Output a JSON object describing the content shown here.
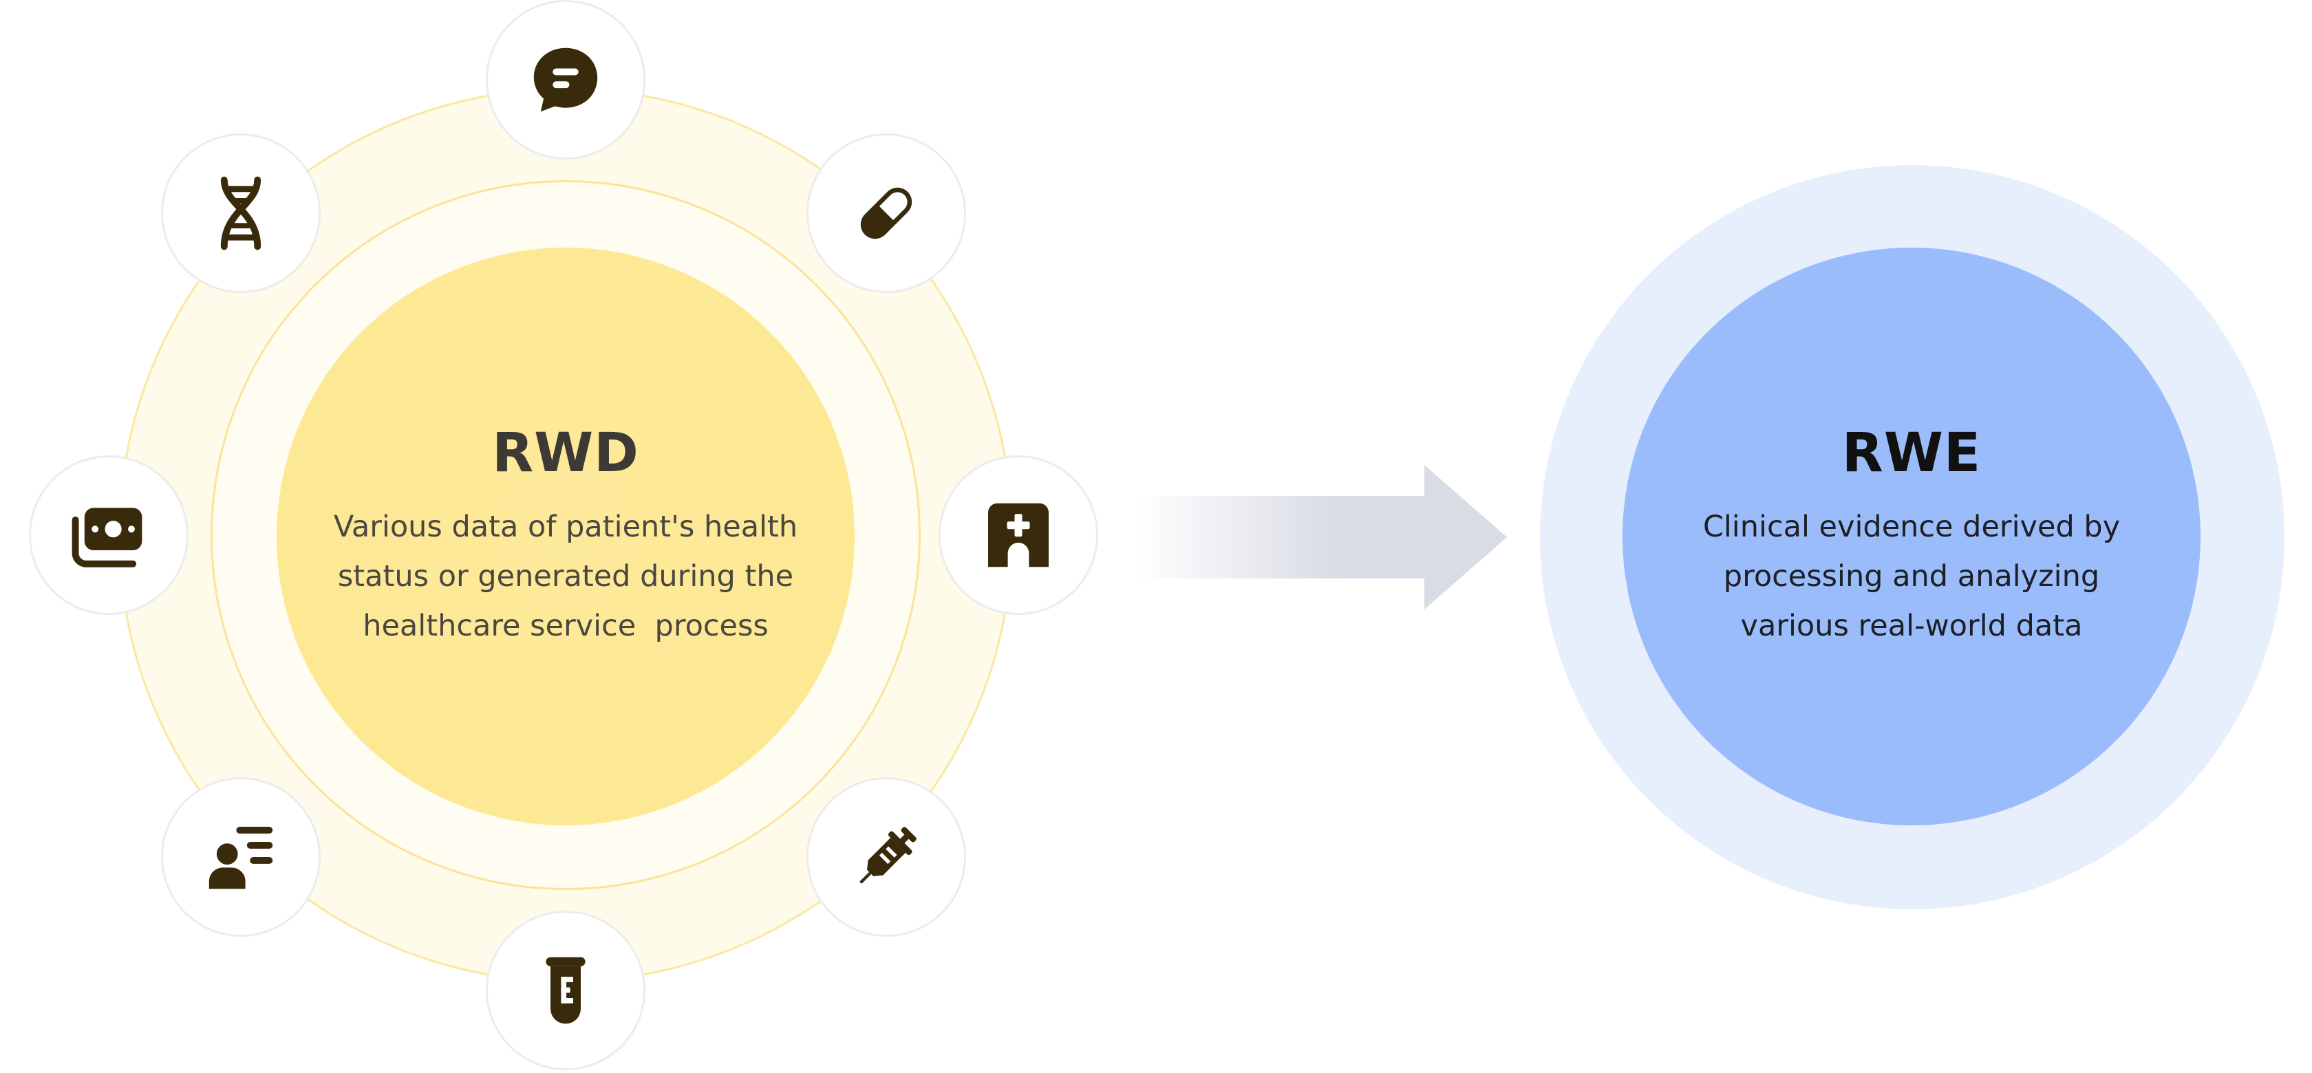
{
  "rwd": {
    "title": "RWD",
    "description_lines": [
      "Various data of patient's health",
      "status or generated during the",
      "healthcare service  process"
    ]
  },
  "rwe": {
    "title": "RWE",
    "description_lines": [
      "Clinical evidence derived by",
      "processing and analyzing",
      "various real-world data"
    ]
  },
  "icons": [
    "chat-icon",
    "pill-icon",
    "hospital-icon",
    "syringe-icon",
    "test-tube-icon",
    "patient-record-icon",
    "cash-icon",
    "dna-icon"
  ],
  "colors": {
    "icon": "#3a2a0c",
    "rwd_core": "#fde892",
    "rwd_ring": "#fefbea",
    "rwe_core": "#9bbcfb",
    "rwe_ring": "#e7effd",
    "arrow": "#d9dbe5"
  }
}
